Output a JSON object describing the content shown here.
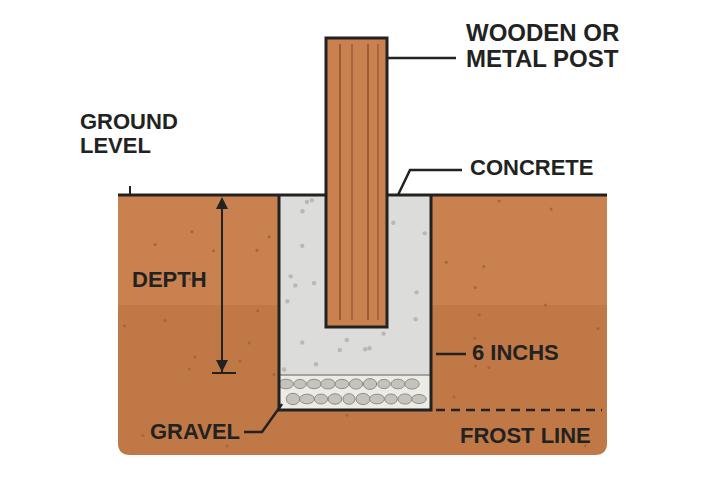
{
  "diagram": {
    "labels": [
      "WOODEN OR METAL POST",
      "GROUND LEVEL",
      "CONCRETE",
      "DEPTH",
      "6 INCHS",
      "GRAVEL",
      "FROST LINE"
    ]
  }
}
